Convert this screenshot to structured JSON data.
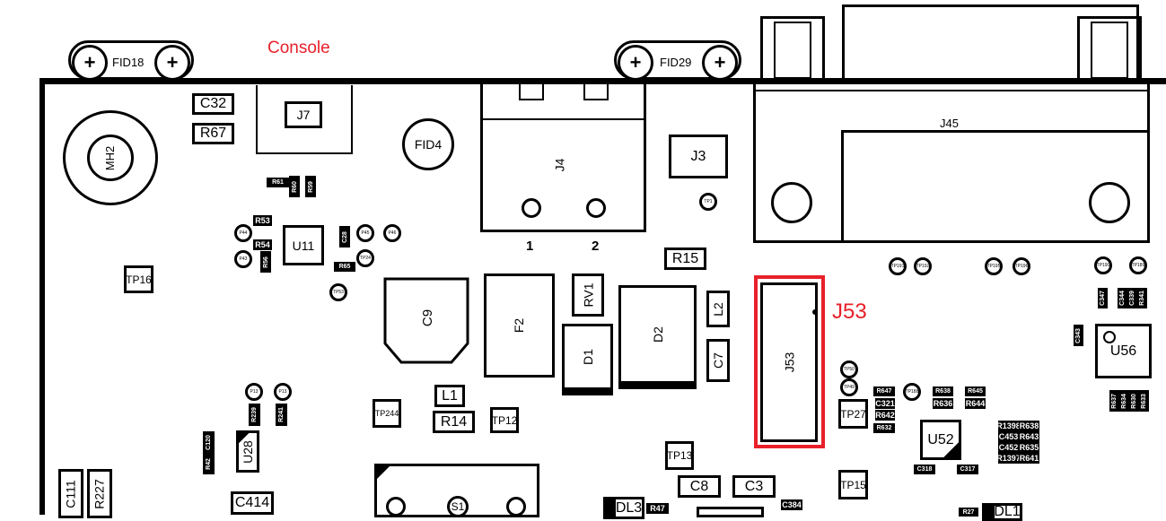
{
  "annotations": {
    "console": "Console",
    "j53_callout": "J53",
    "highlight_color": "#e8202a"
  },
  "fiducials": {
    "fid18": "FID18",
    "fid29": "FID29",
    "fid4": "FID4",
    "mh2": "MH2"
  },
  "connector_pins": {
    "pin1": "1",
    "pin2": "2"
  },
  "components": {
    "c32": "C32",
    "r67": "R67",
    "j7": "J7",
    "j4": "J4",
    "j3": "J3",
    "j45": "J45",
    "r15": "R15",
    "r61": "R61",
    "r60": "R60",
    "r59": "R59",
    "r53": "R53",
    "r54": "R54",
    "r56": "R56",
    "u11": "U11",
    "c28": "C28",
    "r65": "R65",
    "tp16": "TP16",
    "c9": "C9",
    "f2": "F2",
    "rv1": "RV1",
    "d1": "D1",
    "d2": "D2",
    "l2": "L2",
    "c7": "C7",
    "j53": "J53",
    "l1": "L1",
    "r14": "R14",
    "tp244": "TP244",
    "tp12": "TP12",
    "tp13": "TP13",
    "c8": "C8",
    "c3": "C3",
    "c384": "C384",
    "dl3": "DL3",
    "r47": "R47",
    "s1": "S1",
    "r239": "R239",
    "r241": "R241",
    "c120": "C120",
    "r42": "R42",
    "u28": "U28",
    "c414": "C414",
    "c111": "C111",
    "r227": "R227",
    "tp27": "TP27",
    "tp15": "TP15",
    "r647": "R647",
    "c321": "C321",
    "r642": "R642",
    "r632": "R632",
    "r638a": "R638",
    "r636": "R636",
    "r645": "R645",
    "r644": "R644",
    "u52": "U52",
    "c318": "C318",
    "c317": "C317",
    "r1398": "R1398",
    "r638b": "R638",
    "c453": "C453",
    "r643": "R643",
    "c452": "C452",
    "r635": "R635",
    "r1397": "R1397",
    "r641": "R641",
    "r27": "R27",
    "dl1": "DL1",
    "c347": "C347",
    "c344": "C344",
    "c339": "C339",
    "r341": "R341",
    "c343": "C343",
    "u56": "U56",
    "r637": "R637",
    "r634": "R634",
    "r630": "R630",
    "r633": "R633"
  },
  "test_points": {
    "tp_j3": "TP1",
    "p44a": "P44",
    "p43": "P43",
    "p45": "P45",
    "p46": "P46",
    "tp24": "TP24",
    "tp53": "TP53",
    "p13a": "P13",
    "p13b": "P13",
    "tp50": "TP50",
    "tp49": "TP49",
    "tp188": "TP188",
    "tp191": "TP191",
    "tp192": "TP192",
    "tp195": "TP195",
    "tp196": "TP196",
    "tp190": "TP190",
    "tp189": "TP189"
  }
}
